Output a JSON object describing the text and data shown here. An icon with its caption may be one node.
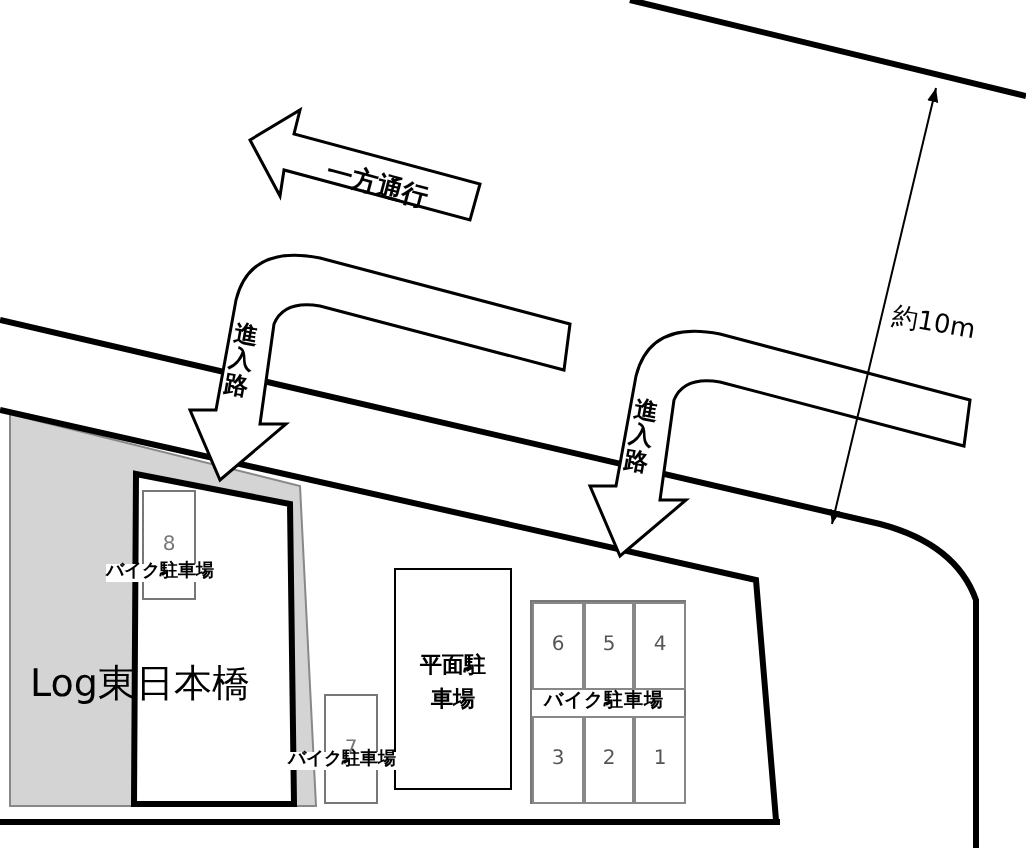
{
  "diagram": {
    "nodes": [
      {
        "text": [
          "Log東日本橋"
        ]
      },
      {
        "text": [
          "8",
          "バイク駐車場"
        ],
        "in": 0
      },
      {
        "text": [
          "7",
          "バイク駐車場"
        ]
      },
      {
        "text": [
          "平面駐車場"
        ]
      },
      {
        "text": [
          "バイク駐車場"
        ]
      },
      {
        "text": [
          "6"
        ],
        "in": 4
      },
      {
        "text": [
          "5"
        ],
        "in": 4
      },
      {
        "text": [
          "4"
        ],
        "in": 4
      },
      {
        "text": [
          "3"
        ],
        "in": 4
      },
      {
        "text": [
          "2"
        ],
        "in": 4
      },
      {
        "text": [
          "1"
        ],
        "in": 4
      }
    ],
    "edges": [],
    "labels": [
      "一方通行",
      "進入路",
      "進入路",
      "約10m"
    ]
  }
}
